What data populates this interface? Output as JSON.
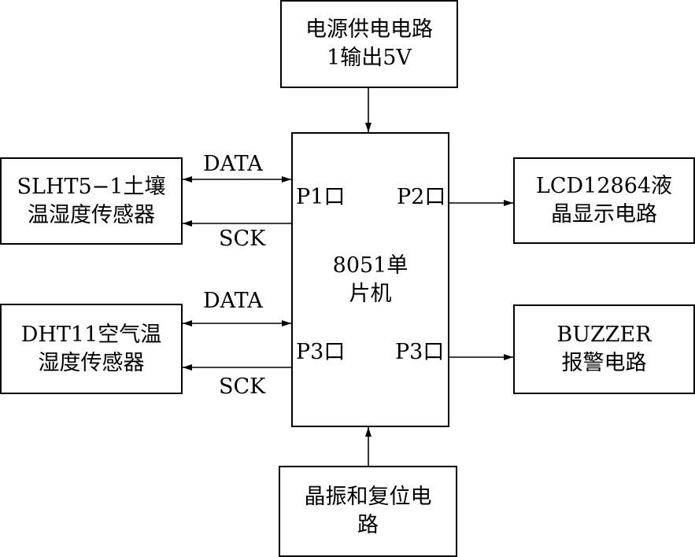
{
  "power": {
    "line1": "电源供电电路",
    "line2": "1输出5V"
  },
  "mcu": {
    "line1": "8051单",
    "line2": "片机",
    "port_p1_left": "P1口",
    "port_p2_right": "P2口",
    "port_p3_left": "P3口",
    "port_p3_right": "P3口"
  },
  "soil_sensor": {
    "line1": "SLHT5−1土壤",
    "line2": "温湿度传感器",
    "data_label": "DATA",
    "sck_label": "SCK"
  },
  "air_sensor": {
    "line1": "DHT11空气温",
    "line2": "湿度传感器",
    "data_label": "DATA",
    "sck_label": "SCK"
  },
  "lcd": {
    "line1": "LCD12864液",
    "line2": "晶显示电路"
  },
  "buzzer": {
    "line1": "BUZZER",
    "line2": "报警电路"
  },
  "crystal": {
    "line1": "晶振和复位电",
    "line2": "路"
  }
}
